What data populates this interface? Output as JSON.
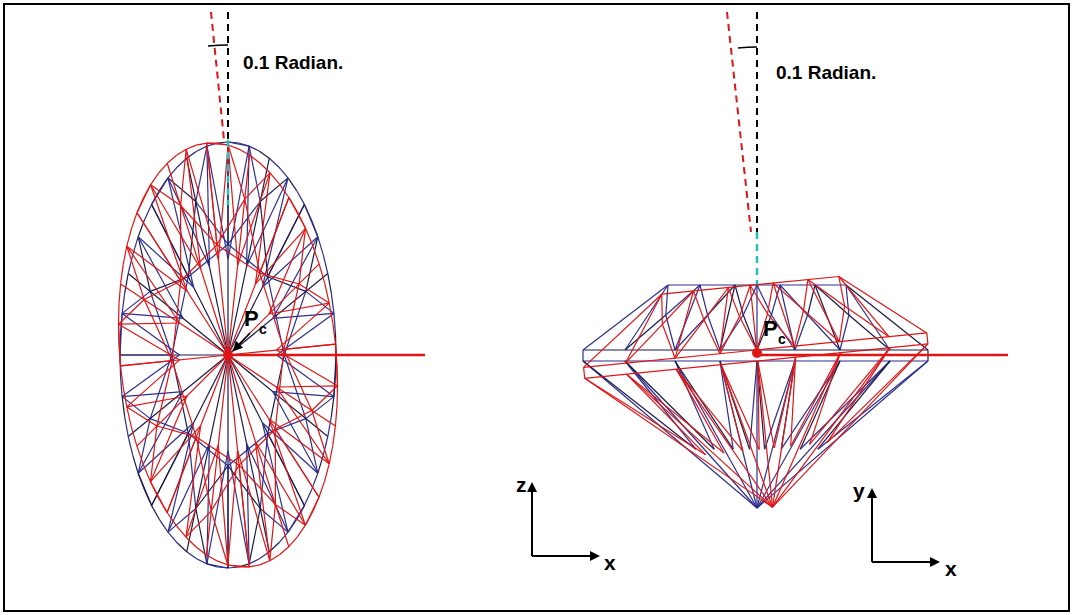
{
  "diagram": {
    "labels": [
      "0.1 Radian.",
      "0.1 Radian.",
      "P",
      "c",
      "P",
      "c",
      "z",
      "x",
      "y",
      "x"
    ]
  }
}
